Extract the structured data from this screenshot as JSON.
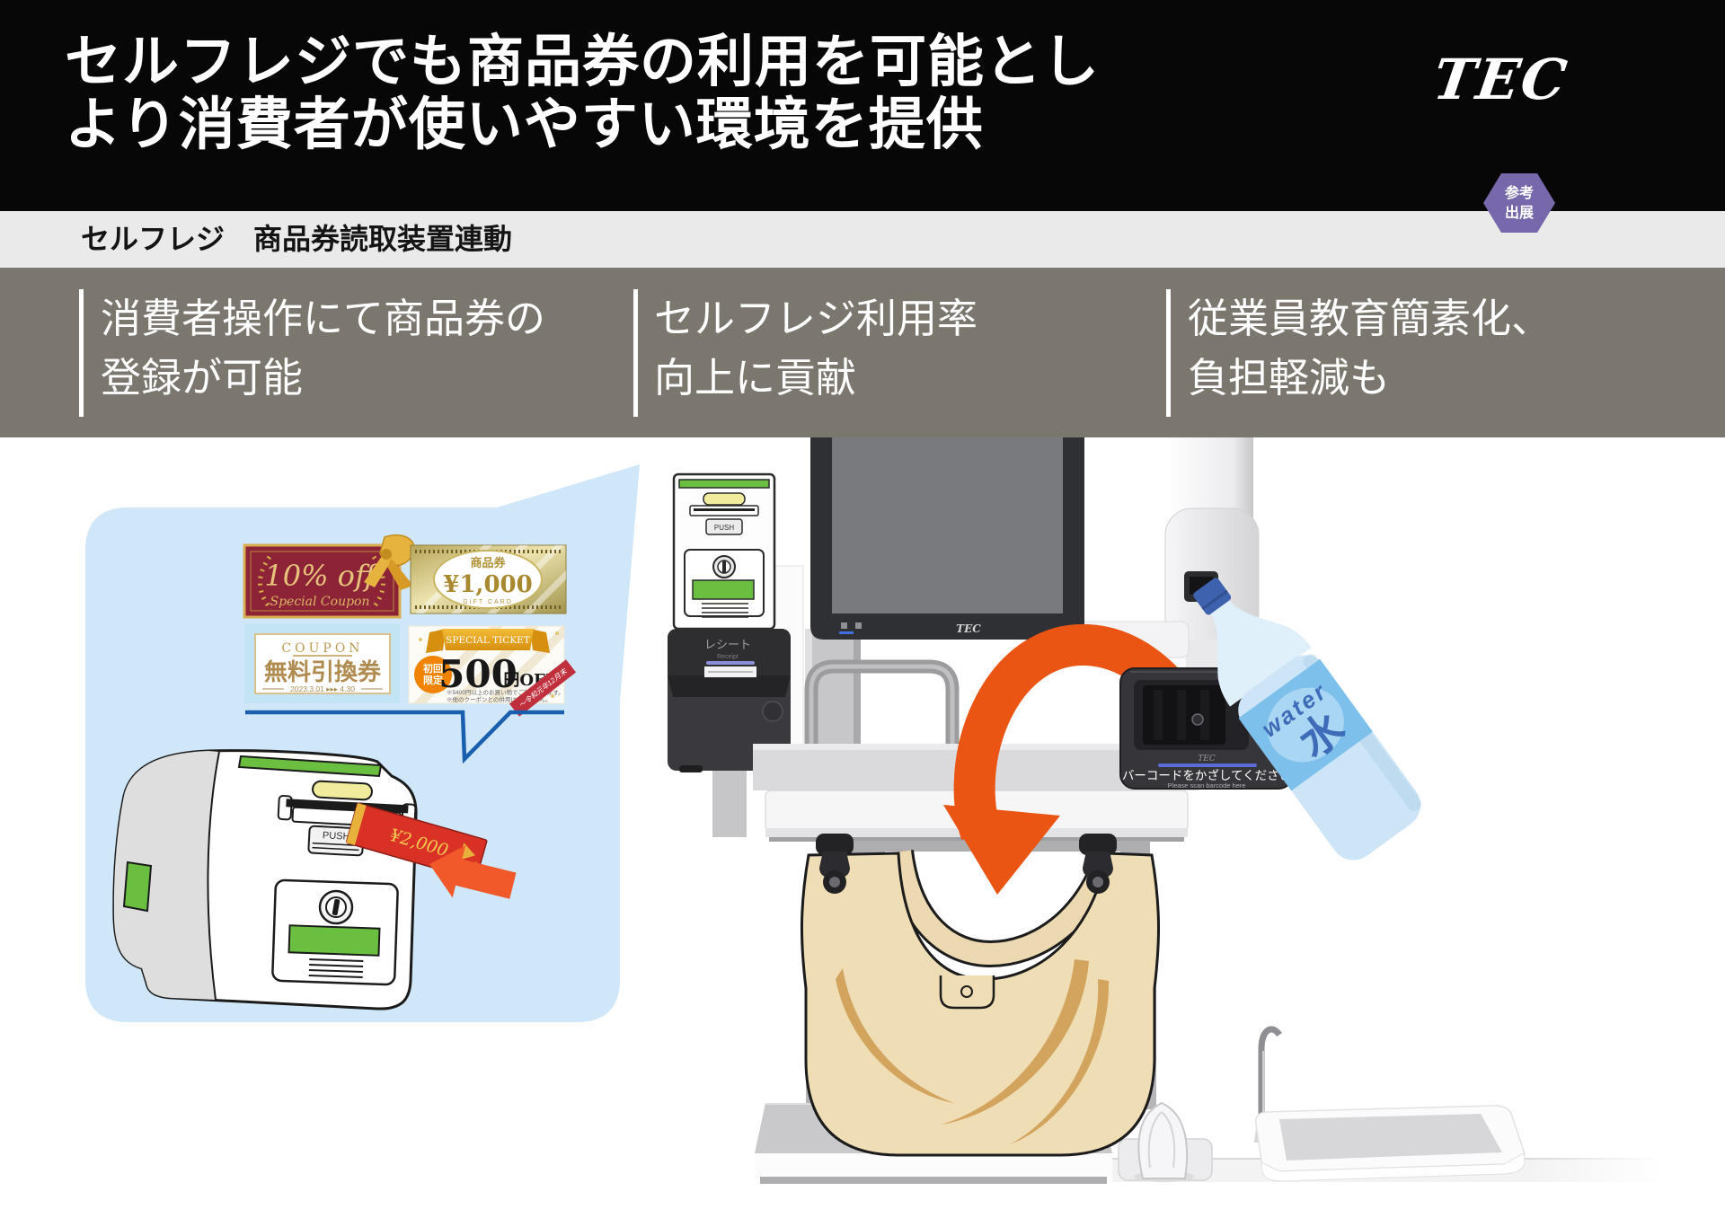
{
  "header": {
    "title_line1": "セルフレジでも商品券の利用を可能とし",
    "title_line2": "より消費者が使いやすい環境を提供",
    "logo": "TEC",
    "badge": {
      "line1": "参考",
      "line2": "出展"
    }
  },
  "subheader": {
    "text": "セルフレジ　商品券読取装置連動"
  },
  "features": [
    {
      "line1": "消費者操作にて商品券の",
      "line2": "登録が可能"
    },
    {
      "line1": "セルフレジ利用率",
      "line2": "向上に貢献"
    },
    {
      "line1": "従業員教育簡素化、",
      "line2": "負担軽減も"
    }
  ],
  "bubble": {
    "coupons": {
      "discount": {
        "title": "10% off",
        "subtitle": "Special Coupon"
      },
      "gift": {
        "label": "商品券",
        "amount": "¥1,000",
        "card": "GIFT CARD"
      },
      "free": {
        "header": "COUPON",
        "title": "無料引換券",
        "validity": "2023.3.01 ▸▸▸ 4.30"
      },
      "ticket": {
        "banner": "SPECIAL TICKET",
        "badge1": "初回",
        "badge2": "限定",
        "amount": "500",
        "unit": "円OFF",
        "note1": "※5400円以上のお買い物でご利用出来ます。",
        "note2": "※他のクーポンとの併用は出来ません。",
        "ribbon": "～令和元年12月末"
      }
    },
    "ticket_text": "¥2,000",
    "device": {
      "push": "PUSH"
    }
  },
  "kiosk": {
    "monitor_logo": "TEC",
    "printer": {
      "label": "レシート",
      "label_en": "Receipt"
    },
    "reader": {
      "push": "PUSH"
    },
    "scanner": {
      "logo": "TEC",
      "text": "バーコードをかざしてください",
      "text_en": "Please scan barcode here"
    },
    "bottle": {
      "label": "water",
      "kanji": "水"
    }
  },
  "colors": {
    "accent_orange": "#ea5514",
    "green": "#6abf40",
    "purple": "#7768ab",
    "bubble_blue": "#cfe7f8",
    "pointer_blue": "#1a5fae",
    "band_gray": "#7b776e"
  }
}
